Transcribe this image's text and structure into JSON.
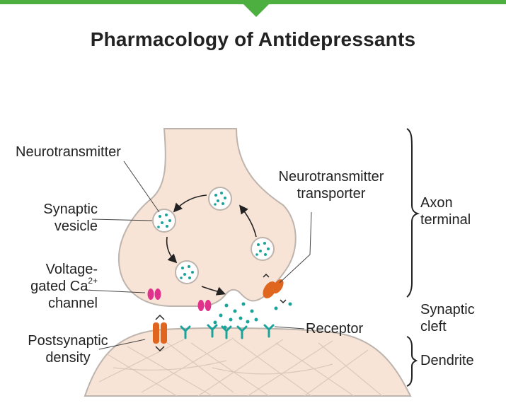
{
  "title": "Pharmacology of Antidepressants",
  "labels": {
    "neurotransmitter": "Neurotransmitter",
    "synaptic_vesicle_l1": "Synaptic",
    "synaptic_vesicle_l2": "vesicle",
    "voltage_l1": "Voltage-",
    "voltage_l2_text": "gated Ca",
    "voltage_l2_sup": "2+",
    "voltage_l3": "channel",
    "postsynaptic_l1": "Postsynaptic",
    "postsynaptic_l2": "density",
    "transporter_l1": "Neurotransmitter",
    "transporter_l2": "transporter",
    "receptor": "Receptor",
    "axon_l1": "Axon",
    "axon_l2": "terminal",
    "cleft_l1": "Synaptic",
    "cleft_l2": "cleft",
    "dendrite": "Dendrite"
  },
  "colors": {
    "header_bar": "#4caf3f",
    "neuron_fill": "#f8e4d6",
    "neuron_outline": "#bdb4ad",
    "vesicle_fill": "#ffffff",
    "neurotransmitter_dots": "#1aa39a",
    "calcium_channel": "#e0318c",
    "transporter": "#e0651f",
    "receptor": "#1aa39a"
  },
  "icons": {
    "cycle_arrows": "curved-arrow-icon",
    "bracket": "curly-brace-icon"
  }
}
